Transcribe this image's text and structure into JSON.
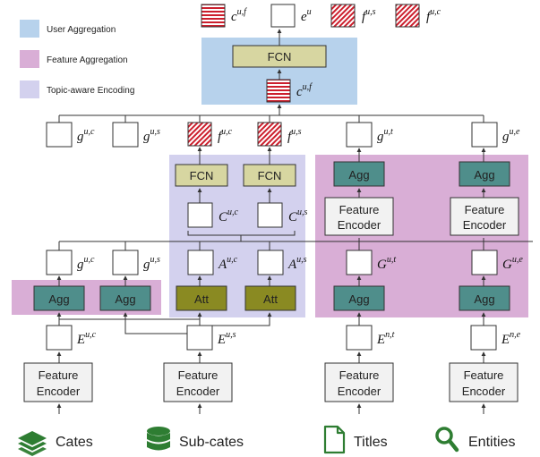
{
  "legend": [
    {
      "label": "User Aggregation",
      "color": "#b7d2ec"
    },
    {
      "label": "Feature Aggregation",
      "color": "#d9aed6"
    },
    {
      "label": "Topic-aware Encoding",
      "color": "#d3d1ee"
    }
  ],
  "colors": {
    "user_region": "#b7d2ec",
    "feature_region": "#d9aed6",
    "topic_region": "#d3d1ee",
    "fcn_block": "#d7d6a1",
    "agg_block": "#4f8e8b",
    "att_block": "#8a8a22",
    "encoder_block": "#f2f2f2",
    "stripe_red": "#cc1f2d"
  },
  "blocks": {
    "fcn": "FCN",
    "agg": "Agg",
    "att": "Att",
    "encoder_line1": "Feature",
    "encoder_line2": "Encoder"
  },
  "labels": {
    "top_cuf": "c",
    "top_cuf_sup": "u,f",
    "top_eu": "e",
    "top_eu_sup": "u",
    "top_fus": "f",
    "top_fus_sup": "u,s",
    "top_fuc": "f",
    "top_fuc_sup": "u,c",
    "mid_cuf": "c",
    "mid_cuf_sup": "u,f",
    "row2_guc": "g",
    "row2_guc_sup": "u,c",
    "row2_gus": "g",
    "row2_gus_sup": "u,s",
    "row2_fuc": "f",
    "row2_fuc_sup": "u,c",
    "row2_fus": "f",
    "row2_fus_sup": "u,s",
    "row2_gut": "g",
    "row2_gut_sup": "u,t",
    "row2_gue": "g",
    "row2_gue_sup": "u,e",
    "topic_cuc": "C",
    "topic_cuc_sup": "u,c",
    "topic_cus": "C",
    "topic_cus_sup": "u,s",
    "row4_guc": "g",
    "row4_guc_sup": "u,c",
    "row4_gus": "g",
    "row4_gus_sup": "u,s",
    "row4_auc": "A",
    "row4_auc_sup": "u,c",
    "row4_aus": "A",
    "row4_aus_sup": "u,s",
    "row4_Gut": "G",
    "row4_Gut_sup": "u,t",
    "row4_Gue": "G",
    "row4_Gue_sup": "u,e",
    "row6_euc": "E",
    "row6_euc_sup": "u,c",
    "row6_eus": "E",
    "row6_eus_sup": "u,s",
    "row6_ent": "E",
    "row6_ent_sup": "n,t",
    "row6_ene": "E",
    "row6_ene_sup": "n,e"
  },
  "inputs": [
    {
      "label": "Cates",
      "icon": "layers-icon"
    },
    {
      "label": "Sub-cates",
      "icon": "database-icon"
    },
    {
      "label": "Titles",
      "icon": "document-icon"
    },
    {
      "label": "Entities",
      "icon": "magnifier-icon"
    }
  ]
}
